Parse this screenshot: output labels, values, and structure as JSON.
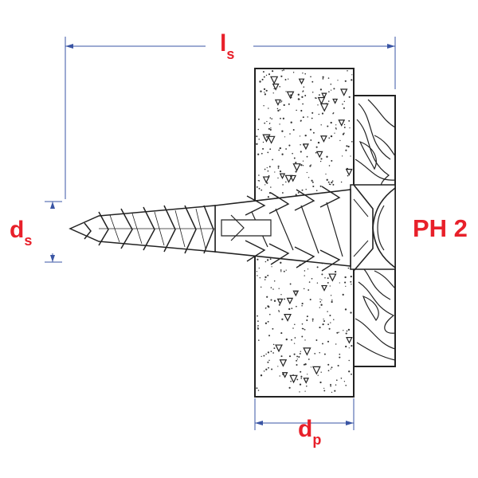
{
  "labels": {
    "ls": {
      "main": "l",
      "sub": "s"
    },
    "ds": {
      "main": "d",
      "sub": "s"
    },
    "dp": {
      "main": "d",
      "sub": "p"
    },
    "drive": "PH 2"
  },
  "colors": {
    "label": "#e8202a",
    "dimension_line": "#3a55a4",
    "outline": "#222222",
    "wood": "#ffffff"
  }
}
